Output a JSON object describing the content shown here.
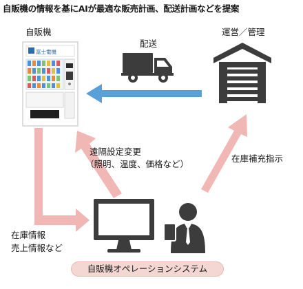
{
  "title": "自販機の情報を基にAIが最適な販売計画、配送計画などを提案",
  "nodes": {
    "vending_machine": "自販機",
    "warehouse": "運営／管理",
    "system": "自販機オペレーションシステム",
    "vending_brand": "富士電機"
  },
  "edges": {
    "delivery": "配送",
    "remote_settings_line1": "遠隔設定変更",
    "remote_settings_line2": "（照明、温度、価格など）",
    "stock_instruction": "在庫補充指示",
    "inventory_line1": "在庫情報",
    "inventory_line2": "売上情報など"
  },
  "colors": {
    "pink_arrow": "#f0b7b4",
    "blue_arrow": "#5aa0d8",
    "dark_gray": "#3c3c3c",
    "pill_fill": "#f4d7d2"
  },
  "icons": [
    "vending-machine-icon",
    "truck-icon",
    "warehouse-icon",
    "monitor-icon",
    "operator-icon"
  ]
}
